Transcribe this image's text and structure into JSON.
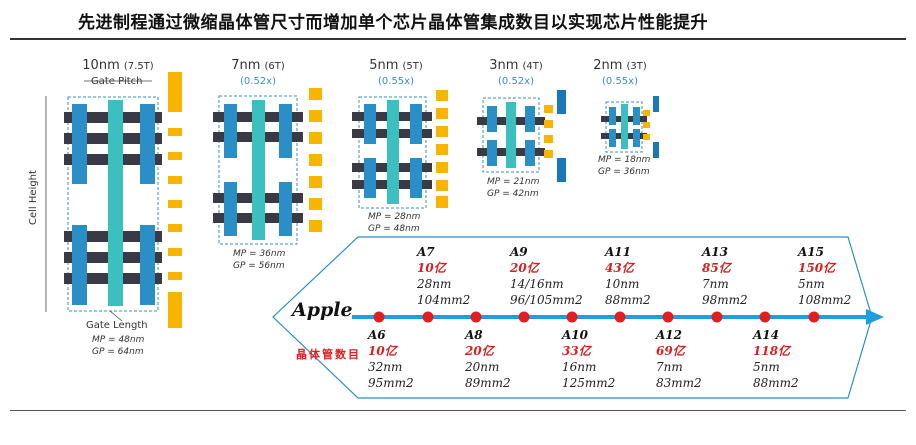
{
  "title": "先进制程通过微缩晶体管尺寸而增加单个芯片晶体管集成数目以实现芯片性能提升",
  "nodes": [
    {
      "name": "10nm",
      "tracks": "(7.5T)",
      "ratio": "",
      "mp": "MP = 48nm",
      "gp": "GP = 64nm"
    },
    {
      "name": "7nm",
      "tracks": "(6T)",
      "ratio": "(0.52x)",
      "mp": "MP = 36nm",
      "gp": "GP = 56nm"
    },
    {
      "name": "5nm",
      "tracks": "(5T)",
      "ratio": "(0.55x)",
      "mp": "MP = 28nm",
      "gp": "GP = 48nm"
    },
    {
      "name": "3nm",
      "tracks": "(4T)",
      "ratio": "(0.52x)",
      "mp": "MP = 21nm",
      "gp": "GP = 42nm"
    },
    {
      "name": "2nm",
      "tracks": "(3T)",
      "ratio": "(0.55x)",
      "mp": "MP = 18nm",
      "gp": "GP = 36nm"
    }
  ],
  "labels": {
    "gate_pitch": "Gate Pitch",
    "gate_length": "Gate Length",
    "cell_height": "Cell Height"
  },
  "timeline": {
    "brand": "Apple",
    "row_label": "晶体管数目",
    "chips_top": [
      {
        "name": "A7",
        "count": "10亿",
        "process": "28nm",
        "area": "104mm2"
      },
      {
        "name": "A9",
        "count": "20亿",
        "process": "14/16nm",
        "area": "96/105mm2"
      },
      {
        "name": "A11",
        "count": "43亿",
        "process": "10nm",
        "area": "88mm2"
      },
      {
        "name": "A13",
        "count": "85亿",
        "process": "7nm",
        "area": "98mm2"
      },
      {
        "name": "A15",
        "count": "150亿",
        "process": "5nm",
        "area": "108mm2"
      }
    ],
    "chips_bottom": [
      {
        "name": "A6",
        "count": "10亿",
        "process": "32nm",
        "area": "95mm2"
      },
      {
        "name": "A8",
        "count": "20亿",
        "process": "20nm",
        "area": "89mm2"
      },
      {
        "name": "A10",
        "count": "33亿",
        "process": "16nm",
        "area": "125mm2"
      },
      {
        "name": "A12",
        "count": "69亿",
        "process": "7nm",
        "area": "83mm2"
      },
      {
        "name": "A14",
        "count": "118亿",
        "process": "5nm",
        "area": "88mm2"
      }
    ]
  },
  "colors": {
    "fin_blue": "#2a8fc7",
    "fin_teal": "#3cbfbf",
    "metal": "#3a3a44",
    "pad": "#f7b500",
    "dot": "#e02020",
    "arrow": "#1ea0e0"
  }
}
